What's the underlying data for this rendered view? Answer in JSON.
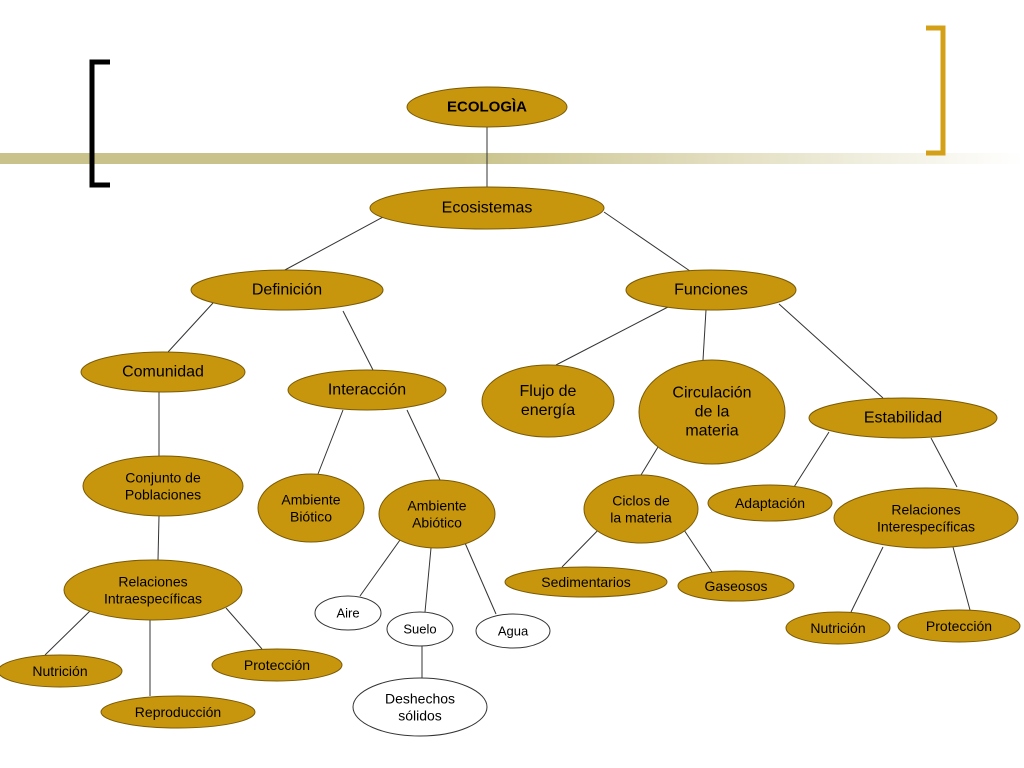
{
  "colors": {
    "node_fill": "#C8960C",
    "node_stroke": "#7A5A06",
    "white_node_fill": "#FFFFFF",
    "white_node_stroke": "#333333",
    "connector": "#333333",
    "bracket_left": "#000000",
    "bracket_right": "#D4A017",
    "band": "#C9C28A"
  },
  "nodes": {
    "ecologia": {
      "label": [
        "ECOLOGÌA"
      ]
    },
    "ecosistemas": {
      "label": [
        "Ecosistemas"
      ]
    },
    "definicion": {
      "label": [
        "Definición"
      ]
    },
    "funciones": {
      "label": [
        "Funciones"
      ]
    },
    "comunidad": {
      "label": [
        "Comunidad"
      ]
    },
    "interaccion": {
      "label": [
        "Interacción"
      ]
    },
    "flujo": {
      "label": [
        "Flujo de",
        "energía"
      ]
    },
    "circulacion": {
      "label": [
        "Circulación",
        "de la",
        "materia"
      ]
    },
    "estabilidad": {
      "label": [
        "Estabilidad"
      ]
    },
    "conjunto": {
      "label": [
        "Conjunto de",
        "Poblaciones"
      ]
    },
    "biotico": {
      "label": [
        "Ambiente",
        "Biótico"
      ]
    },
    "abiotico": {
      "label": [
        "Ambiente",
        "Abiótico"
      ]
    },
    "ciclos": {
      "label": [
        "Ciclos de",
        "la materia"
      ]
    },
    "adaptacion": {
      "label": [
        "Adaptación"
      ]
    },
    "inter_esp": {
      "label": [
        "Relaciones",
        "Interespecíficas"
      ]
    },
    "intra_esp": {
      "label": [
        "Relaciones",
        "Intraespecíficas"
      ]
    },
    "aire": {
      "label": [
        "Aire"
      ]
    },
    "suelo": {
      "label": [
        "Suelo"
      ]
    },
    "agua": {
      "label": [
        "Agua"
      ]
    },
    "sedimentarios": {
      "label": [
        "Sedimentarios"
      ]
    },
    "gaseosos": {
      "label": [
        "Gaseosos"
      ]
    },
    "nutricion_l": {
      "label": [
        "Nutrición"
      ]
    },
    "proteccion_l": {
      "label": [
        "Protección"
      ]
    },
    "reproduccion": {
      "label": [
        "Reproducción"
      ]
    },
    "deshechos": {
      "label": [
        "Deshechos",
        "sólidos"
      ]
    },
    "nutricion_r": {
      "label": [
        "Nutrición"
      ]
    },
    "proteccion_r": {
      "label": [
        "Protección"
      ]
    }
  }
}
